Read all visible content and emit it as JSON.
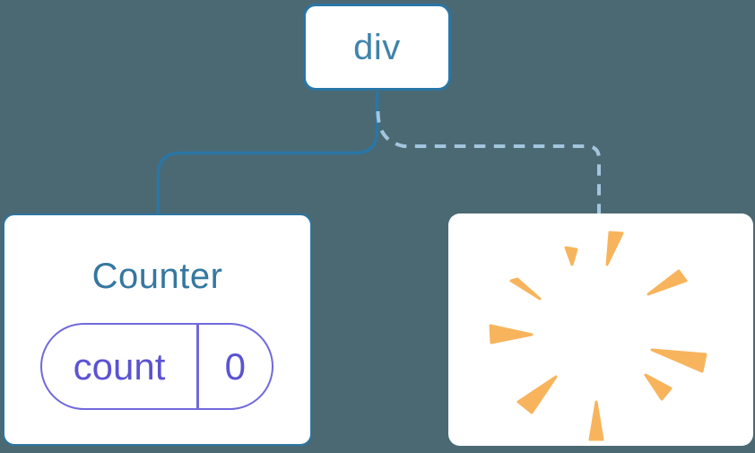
{
  "diagram_title": "component-tree-rerender",
  "colors": {
    "background_color": "#4b6973",
    "node_border": "#2a76a5",
    "node_text": "#3f83ab",
    "title_text": "#35779f",
    "state_border": "#7169dc",
    "state_text": "#5b53d3",
    "dashed_edge": "#a3c6de",
    "poof_orange": "#f8b45c",
    "card_bg": "#ffffff"
  },
  "tree": {
    "root": {
      "label": "div"
    },
    "children": [
      {
        "kind": "component-card",
        "title": "Counter",
        "state": {
          "key": "count",
          "value": "0"
        },
        "edge_style": "solid"
      },
      {
        "kind": "removed-card",
        "icon": "poof-icon",
        "edge_style": "dashed"
      }
    ]
  }
}
